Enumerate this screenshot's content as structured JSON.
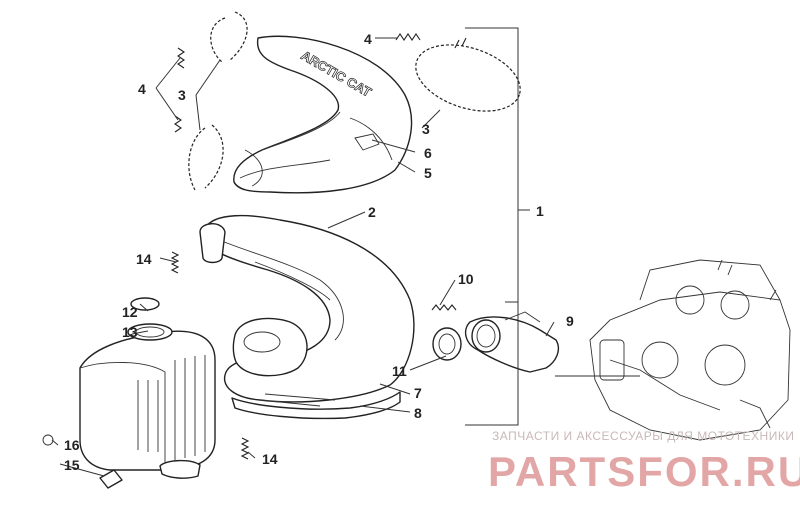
{
  "diagram": {
    "callouts": [
      {
        "id": "c1",
        "text": "1"
      },
      {
        "id": "c2",
        "text": "2"
      },
      {
        "id": "c3a",
        "text": "3"
      },
      {
        "id": "c3b",
        "text": "3"
      },
      {
        "id": "c4a",
        "text": "4"
      },
      {
        "id": "c4b",
        "text": "4"
      },
      {
        "id": "c5",
        "text": "5"
      },
      {
        "id": "c6",
        "text": "6"
      },
      {
        "id": "c7",
        "text": "7"
      },
      {
        "id": "c8",
        "text": "8"
      },
      {
        "id": "c9",
        "text": "9"
      },
      {
        "id": "c10",
        "text": "10"
      },
      {
        "id": "c11",
        "text": "11"
      },
      {
        "id": "c12",
        "text": "12"
      },
      {
        "id": "c13",
        "text": "13"
      },
      {
        "id": "c14a",
        "text": "14"
      },
      {
        "id": "c14b",
        "text": "14"
      },
      {
        "id": "c15",
        "text": "15"
      },
      {
        "id": "c16",
        "text": "16"
      }
    ],
    "heat_shield_text": "ARCTIC CAT"
  },
  "watermark": {
    "tagline": "ЗАПЧАСТИ И АКСЕССУАРЫ ДЛЯ МОТОТЕХНИКИ",
    "brand": "PARTSFOR.RU"
  }
}
